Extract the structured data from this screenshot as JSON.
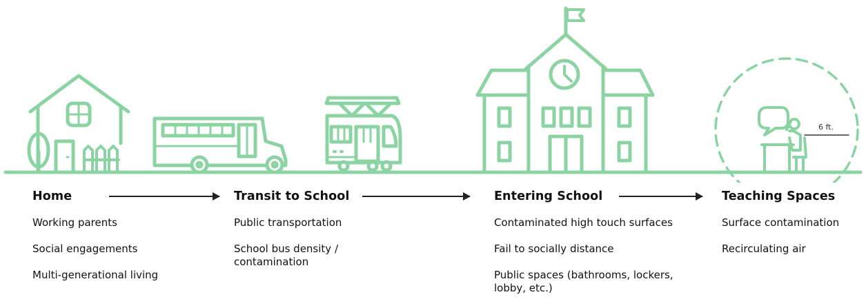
{
  "colors": {
    "illustration": "#8bd3a3",
    "text": "#111111"
  },
  "stages": [
    {
      "title": "Home",
      "items": [
        "Working parents",
        "Social engagements",
        "Multi-generational living"
      ]
    },
    {
      "title": "Transit to School",
      "items": [
        "Public transportation",
        "School bus density /\ncontamination"
      ]
    },
    {
      "title": "Entering School",
      "items": [
        "Contaminated high touch surfaces",
        "Fail to socially distance",
        "Public spaces (bathrooms, lockers,\nlobby, etc.)"
      ]
    },
    {
      "title": "Teaching Spaces",
      "items": [
        "Surface contamination",
        "Recirculating air"
      ]
    }
  ],
  "distance_label": "6 ft.",
  "icons": [
    "house-icon",
    "tree-icon",
    "fence-icon",
    "school-bus-icon",
    "tram-icon",
    "school-building-icon",
    "clock-icon",
    "flag-icon",
    "student-desk-icon",
    "speech-bubble-icon"
  ]
}
